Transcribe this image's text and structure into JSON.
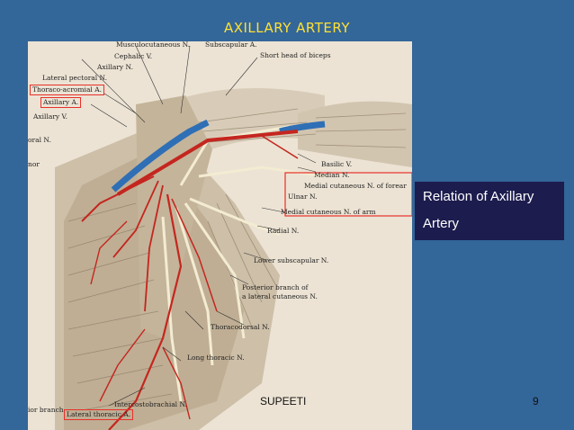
{
  "slide": {
    "title": "AXILLARY ARTERY",
    "caption_line1": "Relation of Axillary",
    "caption_line2": "Artery",
    "footer": "SUPEETI",
    "page_number": "9"
  },
  "figure": {
    "labels": {
      "musculocutaneous": "Musculocutaneous N.",
      "subscapular": "Subscapular A.",
      "short_head_biceps": "Short head of biceps",
      "cephalic": "Cephalic V.",
      "axillary_n": "Axillary N.",
      "lateral_pectoral": "Lateral pectoral N.",
      "thoracoacromial": "Thoraco-acromial A.",
      "axillary_a": "Axillary A.",
      "axillary_v": "Axillary V.",
      "oral_n": "oral N.",
      "nor": "nor",
      "basilic": "Basilic V.",
      "median": "Median N.",
      "medial_cut_forearm": "Medial cutaneous N. of forear",
      "ulnar": "Ulnar N.",
      "medial_cut_arm": "Medial cutaneous N. of arm",
      "radial": "Radial N.",
      "lower_subscapular": "Lower subscapular N.",
      "posterior_branch_1": "Posterior branch of",
      "posterior_branch_2": "a lateral cutaneous N.",
      "thoracodorsal": "Thoracodorsal N.",
      "long_thoracic": "Long thoracic N.",
      "intercostobrachial": "Intercostobrachial N.",
      "lateral_thoracic": "Lateral thoracic A.",
      "ior_branch": "ior branch"
    }
  },
  "colors": {
    "background": "#336699",
    "title": "#ffe033",
    "caption_box": "#1c1c4e",
    "highlight_box": "#e8302a",
    "artery": "#c4261f",
    "vein": "#2f6fb5"
  }
}
